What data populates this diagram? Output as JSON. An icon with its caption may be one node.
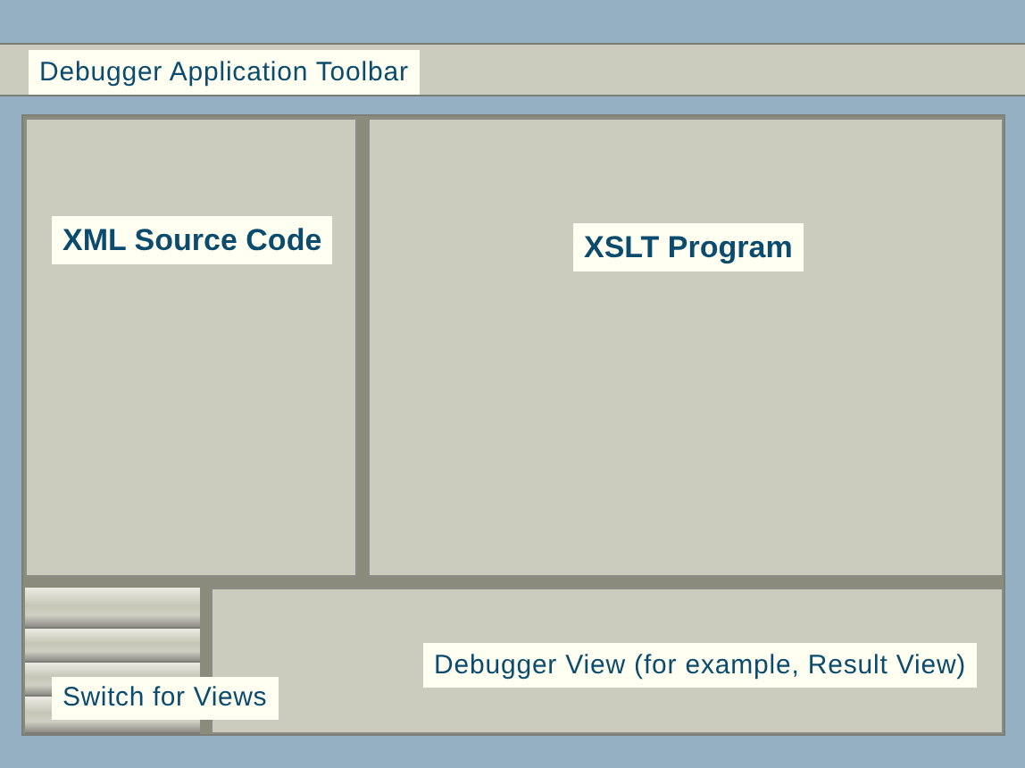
{
  "diagram": {
    "nodes": [
      {
        "text": [
          "Debugger Application Toolbar"
        ]
      },
      {
        "text": [
          "XML Source Code"
        ]
      },
      {
        "text": [
          "XSLT Program"
        ]
      },
      {
        "text": [
          "Switch for Views"
        ]
      },
      {
        "text": [
          "Debugger View (for example, Result View)"
        ]
      }
    ]
  }
}
